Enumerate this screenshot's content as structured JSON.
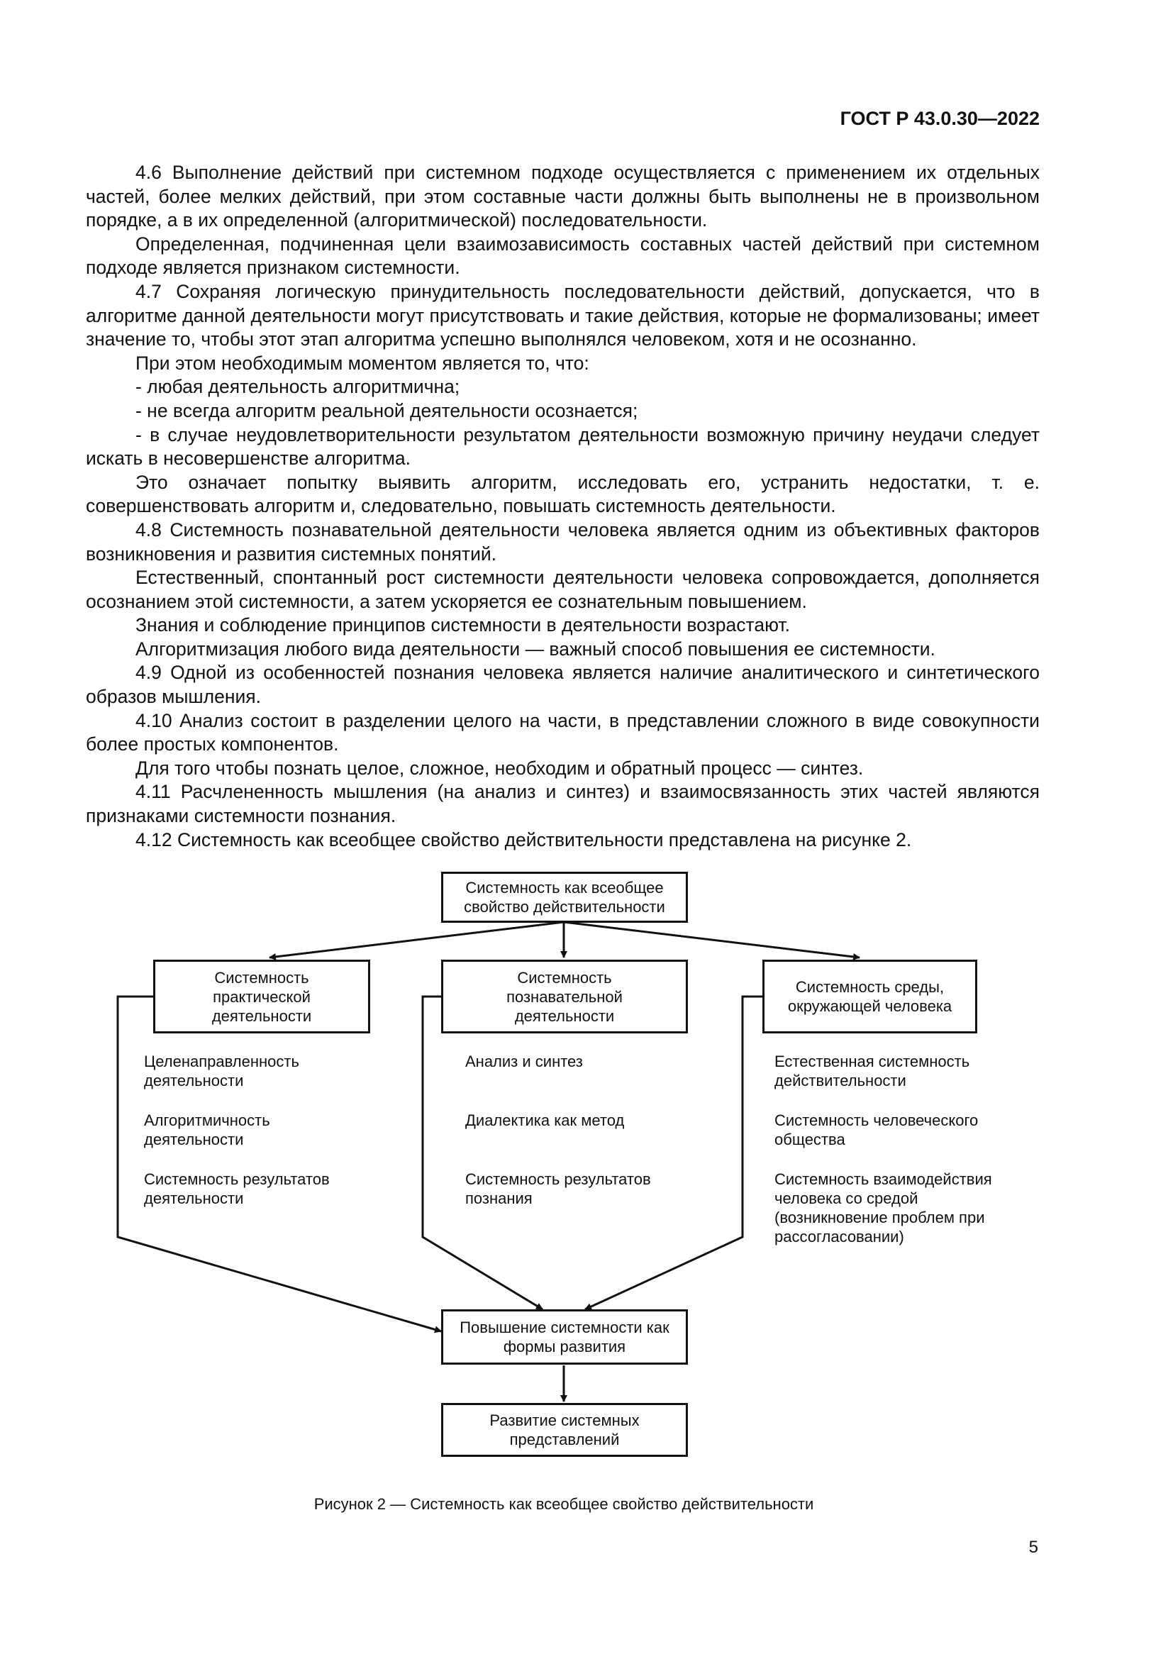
{
  "header": {
    "doc_id": "ГОСТ Р 43.0.30—2022"
  },
  "paragraphs": [
    "4.6 Выполнение действий при системном подходе осуществляется с применением их отдельных частей, более мелких действий, при этом составные части должны быть выполнены не в произвольном порядке, а в их определенной (алгоритмической) последовательности.",
    "Определенная, подчиненная цели взаимозависимость составных частей действий при системном подходе является признаком системности.",
    "4.7 Сохраняя логическую принудительность последовательности действий, допускается, что в алгоритме данной деятельности могут присутствовать и такие действия, которые не формализованы; имеет значение то, чтобы этот этап алгоритма успешно выполнялся человеком, хотя и не осознанно.",
    "При этом необходимым моментом является то, что:",
    "- любая деятельность алгоритмична;",
    "- не всегда алгоритм реальной деятельности осознается;",
    "- в случае неудовлетворительности результатом деятельности возможную причину неудачи следует искать в несовершенстве алгоритма.",
    "Это означает попытку выявить алгоритм, исследовать его, устранить недостатки, т. е. совершенствовать алгоритм и, следовательно, повышать системность деятельности.",
    "4.8 Системность познавательной деятельности человека является одним из объективных факторов возникновения и развития системных понятий.",
    "Естественный, спонтанный рост системности деятельности человека сопровождается, дополняется осознанием этой системности, а затем ускоряется ее сознательным повышением.",
    "Знания и соблюдение принципов системности в деятельности возрастают.",
    "Алгоритмизация любого вида деятельности — важный способ повышения ее системности.",
    "4.9 Одной из особенностей познания человека является наличие аналитического и синтетического образов мышления.",
    "4.10 Анализ состоит в разделении целого на части, в представлении сложного в виде совокупности более простых компонентов.",
    "Для того чтобы познать целое, сложное, необходим и обратный процесс — синтез.",
    "4.11 Расчлененность мышления (на анализ и синтез) и взаимосвязанность этих частей являются признаками системности познания.",
    "4.12 Системность как всеобщее свойство действительности представлена на рисунке 2."
  ],
  "diagram": {
    "top": "Системность как всеобщее свойство действительности",
    "left": "Системность практической деятельности",
    "middle": "Системность познавательной деятельности",
    "right": "Системность среды, окружающей человека",
    "left_items": [
      "Целенаправленность деятельности",
      "Алгоритмичность деятельности",
      "Системность результатов деятельности"
    ],
    "middle_items": [
      "Анализ и синтез",
      "Диалектика как метод",
      "Системность результатов познания"
    ],
    "right_items": [
      "Естественная системность действительности",
      "Системность человеческого общества",
      "Системность взаимодействия человека со средой (возникновение проблем при рассогласовании)"
    ],
    "increase": "Повышение системности как формы развития",
    "development": "Развитие системных представлений"
  },
  "caption": "Рисунок 2 — Системность как всеобщее свойство действительности",
  "page_number": "5"
}
